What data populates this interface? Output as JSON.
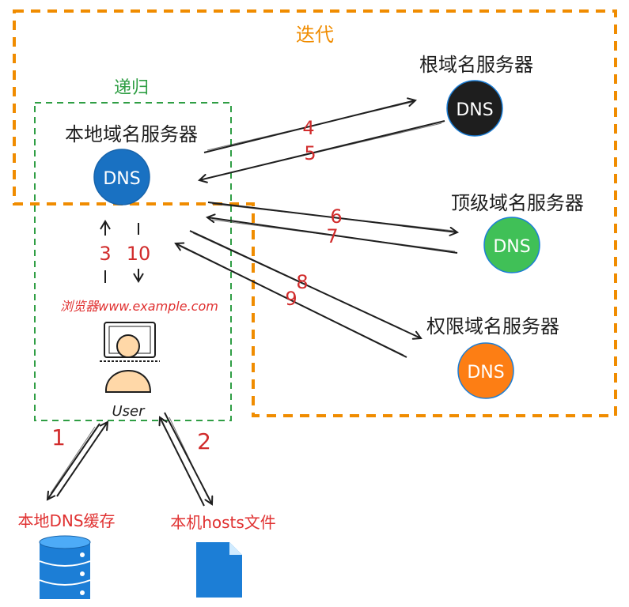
{
  "labels": {
    "iterative": "迭代",
    "recursive": "递归",
    "local_dns": "本地域名服务器",
    "root_dns": "根域名服务器",
    "tld_dns": "顶级域名服务器",
    "auth_dns": "权限域名服务器",
    "browser_url": "浏览器www.example.com",
    "user": "User",
    "local_cache": "本地DNS缓存",
    "hosts_file": "本机hosts文件"
  },
  "dns_badge": "DNS",
  "steps": {
    "s1": "1",
    "s2": "2",
    "s3": "3",
    "s4": "4",
    "s5": "5",
    "s6": "6",
    "s7": "7",
    "s8": "8",
    "s9": "9",
    "s10": "10"
  },
  "colors": {
    "iterative_border": "#f08c00",
    "recursive_border": "#2f9e44",
    "local_dns": "#1971c2",
    "root_dns": "#1e1e1e",
    "tld_dns": "#40c057",
    "auth_dns": "#fd7e14",
    "step_numbers": "#e03131",
    "database": "#1c7ed6",
    "file": "#1c7ed6",
    "user_body": "#ffd8a8"
  }
}
